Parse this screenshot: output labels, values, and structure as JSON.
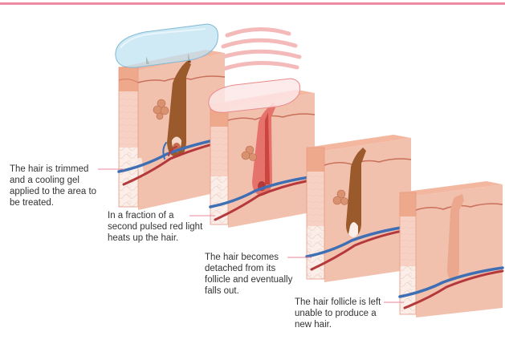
{
  "colors": {
    "top_rule": "#ef8aa2",
    "leader_line": "#e8879b",
    "epidermis": "#eea98c",
    "dermis": "#f7d2c4",
    "fat": "#fbeee9",
    "hair": "#9a5a2c",
    "hair_heated": "#e6736b",
    "vein": "#3e6fb4",
    "artery": "#b5393a",
    "gel": "#bfe3f2",
    "heat_waves": "#f4b9b9"
  },
  "steps": [
    {
      "caption": "The hair is trimmed\nand a cooling gel\napplied to the area to\nbe treated."
    },
    {
      "caption": "In a fraction of a\nsecond pulsed red light\nheats up the hair."
    },
    {
      "caption": "The hair becomes\ndetached from its\nfollicle and eventually\nfalls out."
    },
    {
      "caption": "The hair follicle is left\nunable to produce a\nnew hair."
    }
  ]
}
